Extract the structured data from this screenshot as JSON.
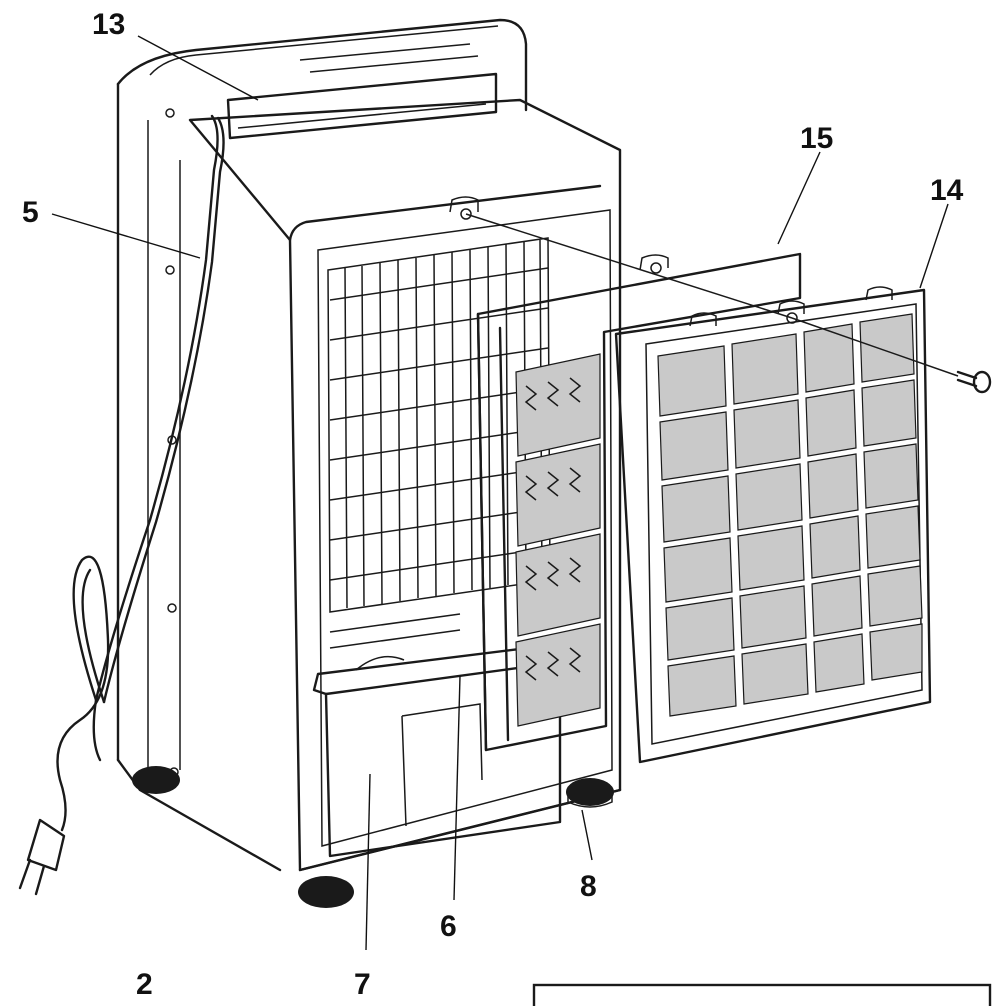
{
  "diagram": {
    "callouts": [
      {
        "id": "13",
        "text": "13"
      },
      {
        "id": "5",
        "text": "5"
      },
      {
        "id": "15",
        "text": "15"
      },
      {
        "id": "14",
        "text": "14"
      },
      {
        "id": "6",
        "text": "6"
      },
      {
        "id": "8",
        "text": "8"
      },
      {
        "id": "7",
        "text": "7"
      },
      {
        "id": "2",
        "text": "2"
      }
    ],
    "colors": {
      "line": "#1a1a1a",
      "filter_mesh": "#c9c9c9",
      "paper": "#ffffff"
    }
  }
}
